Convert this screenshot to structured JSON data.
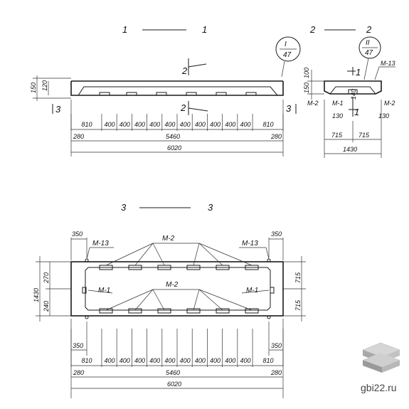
{
  "sections": {
    "s1": {
      "left": "1",
      "right": "1"
    },
    "s2": {
      "left": "2",
      "right": "2"
    },
    "s3": {
      "left": "3",
      "right": "3"
    }
  },
  "callouts": {
    "c1": {
      "top": "I",
      "bottom": "47"
    },
    "c2": {
      "top": "II",
      "bottom": "47"
    }
  },
  "section_marks": {
    "m2": "2",
    "m3": "3",
    "m3b": "3",
    "m1": "1",
    "m2b": "2",
    "m1b": "1"
  },
  "view1": {
    "h_total": "150",
    "h_inner": "120",
    "spacings": [
      "810",
      "400",
      "400",
      "400",
      "400",
      "400",
      "400",
      "400",
      "400",
      "400",
      "400",
      "810"
    ],
    "ends": {
      "left": "280",
      "right": "280"
    },
    "inner": "5460",
    "total": "6020"
  },
  "view2": {
    "h1": "100",
    "h2": "150",
    "h3": "140",
    "m13": "М-13",
    "m2l": "М-2",
    "m2r": "М-2",
    "m1": "М-1",
    "d130l": "130",
    "d130r": "130",
    "half_l": "715",
    "half_r": "715",
    "total": "1430"
  },
  "view3": {
    "edge_l": "350",
    "edge_r": "350",
    "m13l": "М-13",
    "m13r": "М-13",
    "m2top": "М-2",
    "m2mid": "М-2",
    "m1l": "М-1",
    "m1r": "М-1",
    "h_total": "1430",
    "h_top": "270",
    "h_bot": "240",
    "rh_top": "715",
    "rh_bot": "715",
    "bedge_l": "350",
    "bedge_r": "350",
    "spacings": [
      "810",
      "400",
      "400",
      "400",
      "400",
      "400",
      "400",
      "400",
      "400",
      "400",
      "400",
      "810"
    ],
    "ends": {
      "left": "280",
      "right": "280"
    },
    "inner": "5460",
    "total": "6020"
  },
  "watermark": "gbi22.ru"
}
